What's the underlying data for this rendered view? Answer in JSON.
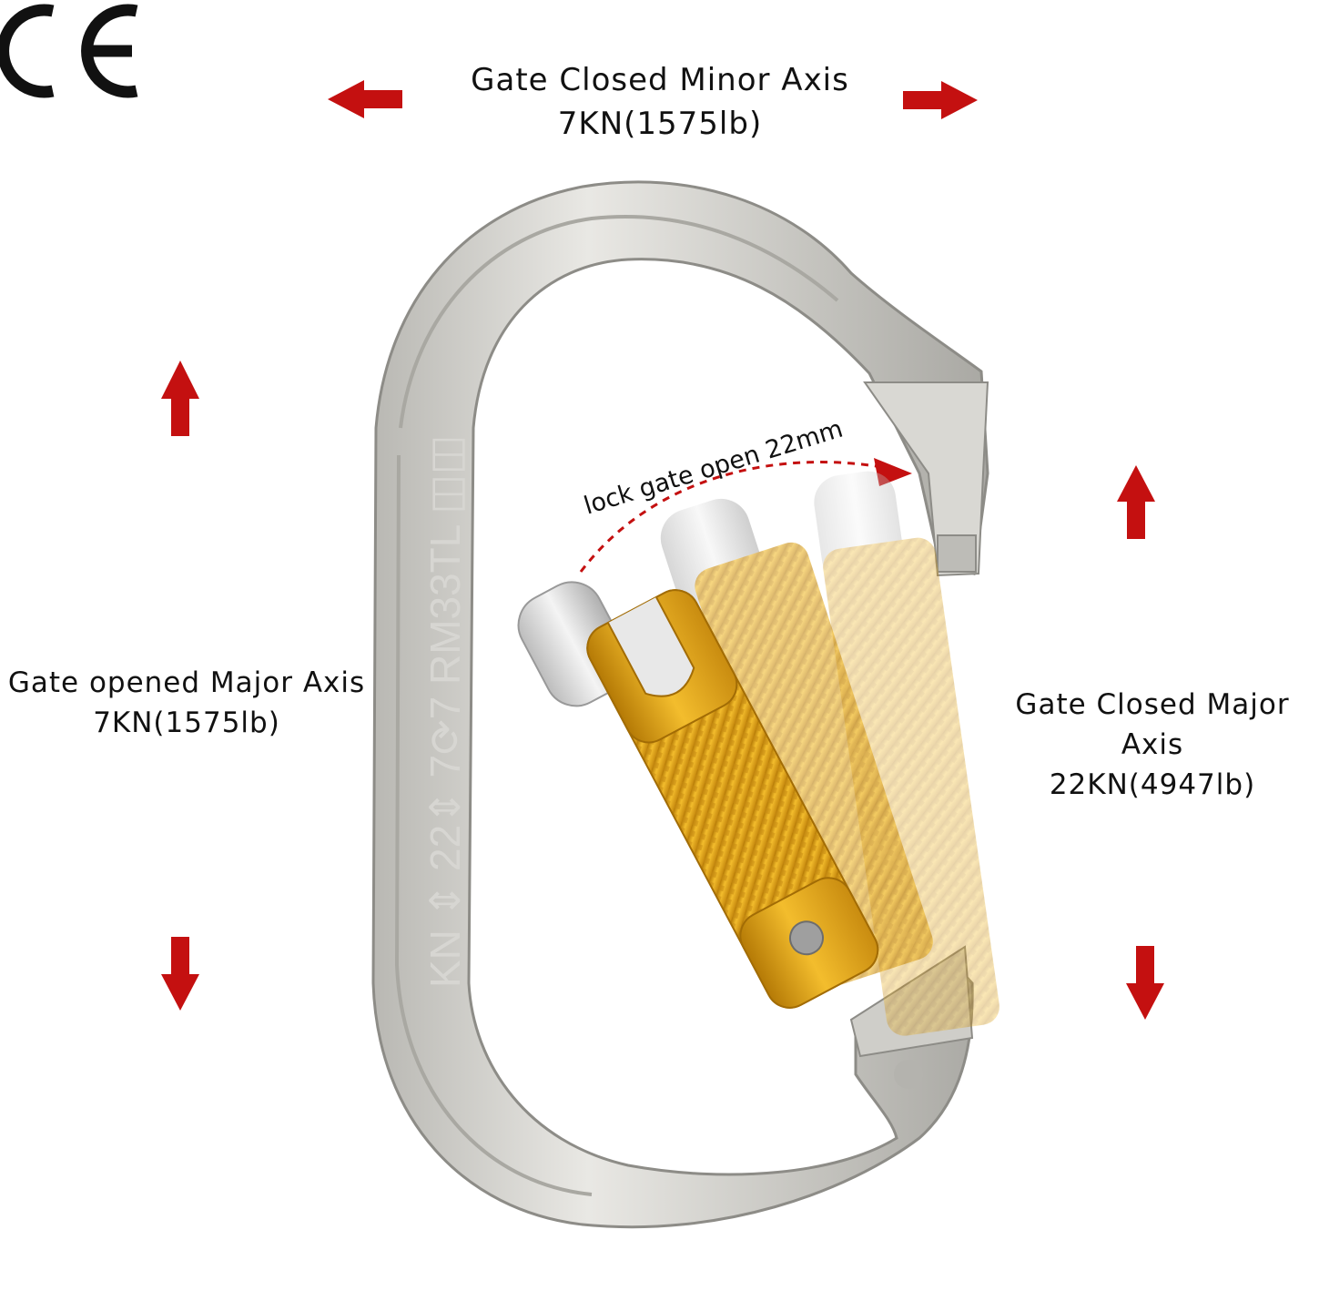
{
  "certification_mark": "CE",
  "labels": {
    "top": {
      "line1": "Gate Closed Minor Axis",
      "line2": "7KN(1575lb)"
    },
    "left": {
      "line1": "Gate opened Major Axis",
      "line2": "7KN(1575lb)"
    },
    "right": {
      "line1": "Gate Closed Major Axis",
      "line2": "22KN(4947lb)"
    }
  },
  "gate_note": "lock gate open 22mm",
  "engraving": "KN ⇕ 22⇕ 7⟳7 RM33TL ◫◫",
  "icons": {
    "arrows": [
      "arrow-left-icon",
      "arrow-right-icon",
      "arrow-up-icon",
      "arrow-down-icon"
    ],
    "ce": "ce-mark-icon"
  },
  "colors": {
    "arrow": "#c41010",
    "carabiner": "#c9c8c3",
    "gate_gold": "#e0a316",
    "dashed_arc": "#c41010"
  }
}
